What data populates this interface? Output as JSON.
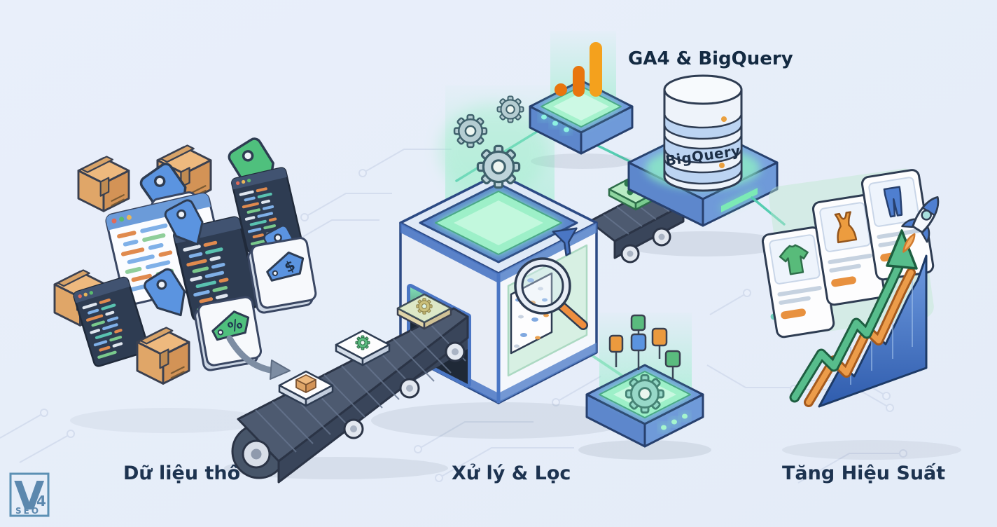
{
  "stage_labels": {
    "raw_data": "Dữ liệu thô",
    "processing": "Xử lý & Lọc",
    "performance": "Tăng Hiệu Suất"
  },
  "callouts": {
    "ga4_bigquery": "GA4 & BigQuery"
  },
  "database": {
    "label": "BigQuery"
  },
  "tags": {
    "percent": "%",
    "dollar": "$"
  },
  "watermark": {
    "letter": "V",
    "number": "4",
    "caption": "SEO"
  },
  "colors": {
    "background": "#e9effa",
    "label_text": "#1d3350",
    "teal_connector": "#56cdb2",
    "mint_glow": "#8ceec4",
    "ga4_orange_dark": "#e8750e",
    "ga4_orange_light": "#f4a11d",
    "platform_blue": "#5d87cc",
    "machine_blue": "#4a76c4",
    "belt_dark": "#475569",
    "box_tan": "#e2a967",
    "growth_green": "#57bd8c",
    "growth_orange": "#ec9c4a",
    "chart_blue": "#4a7fd4"
  }
}
